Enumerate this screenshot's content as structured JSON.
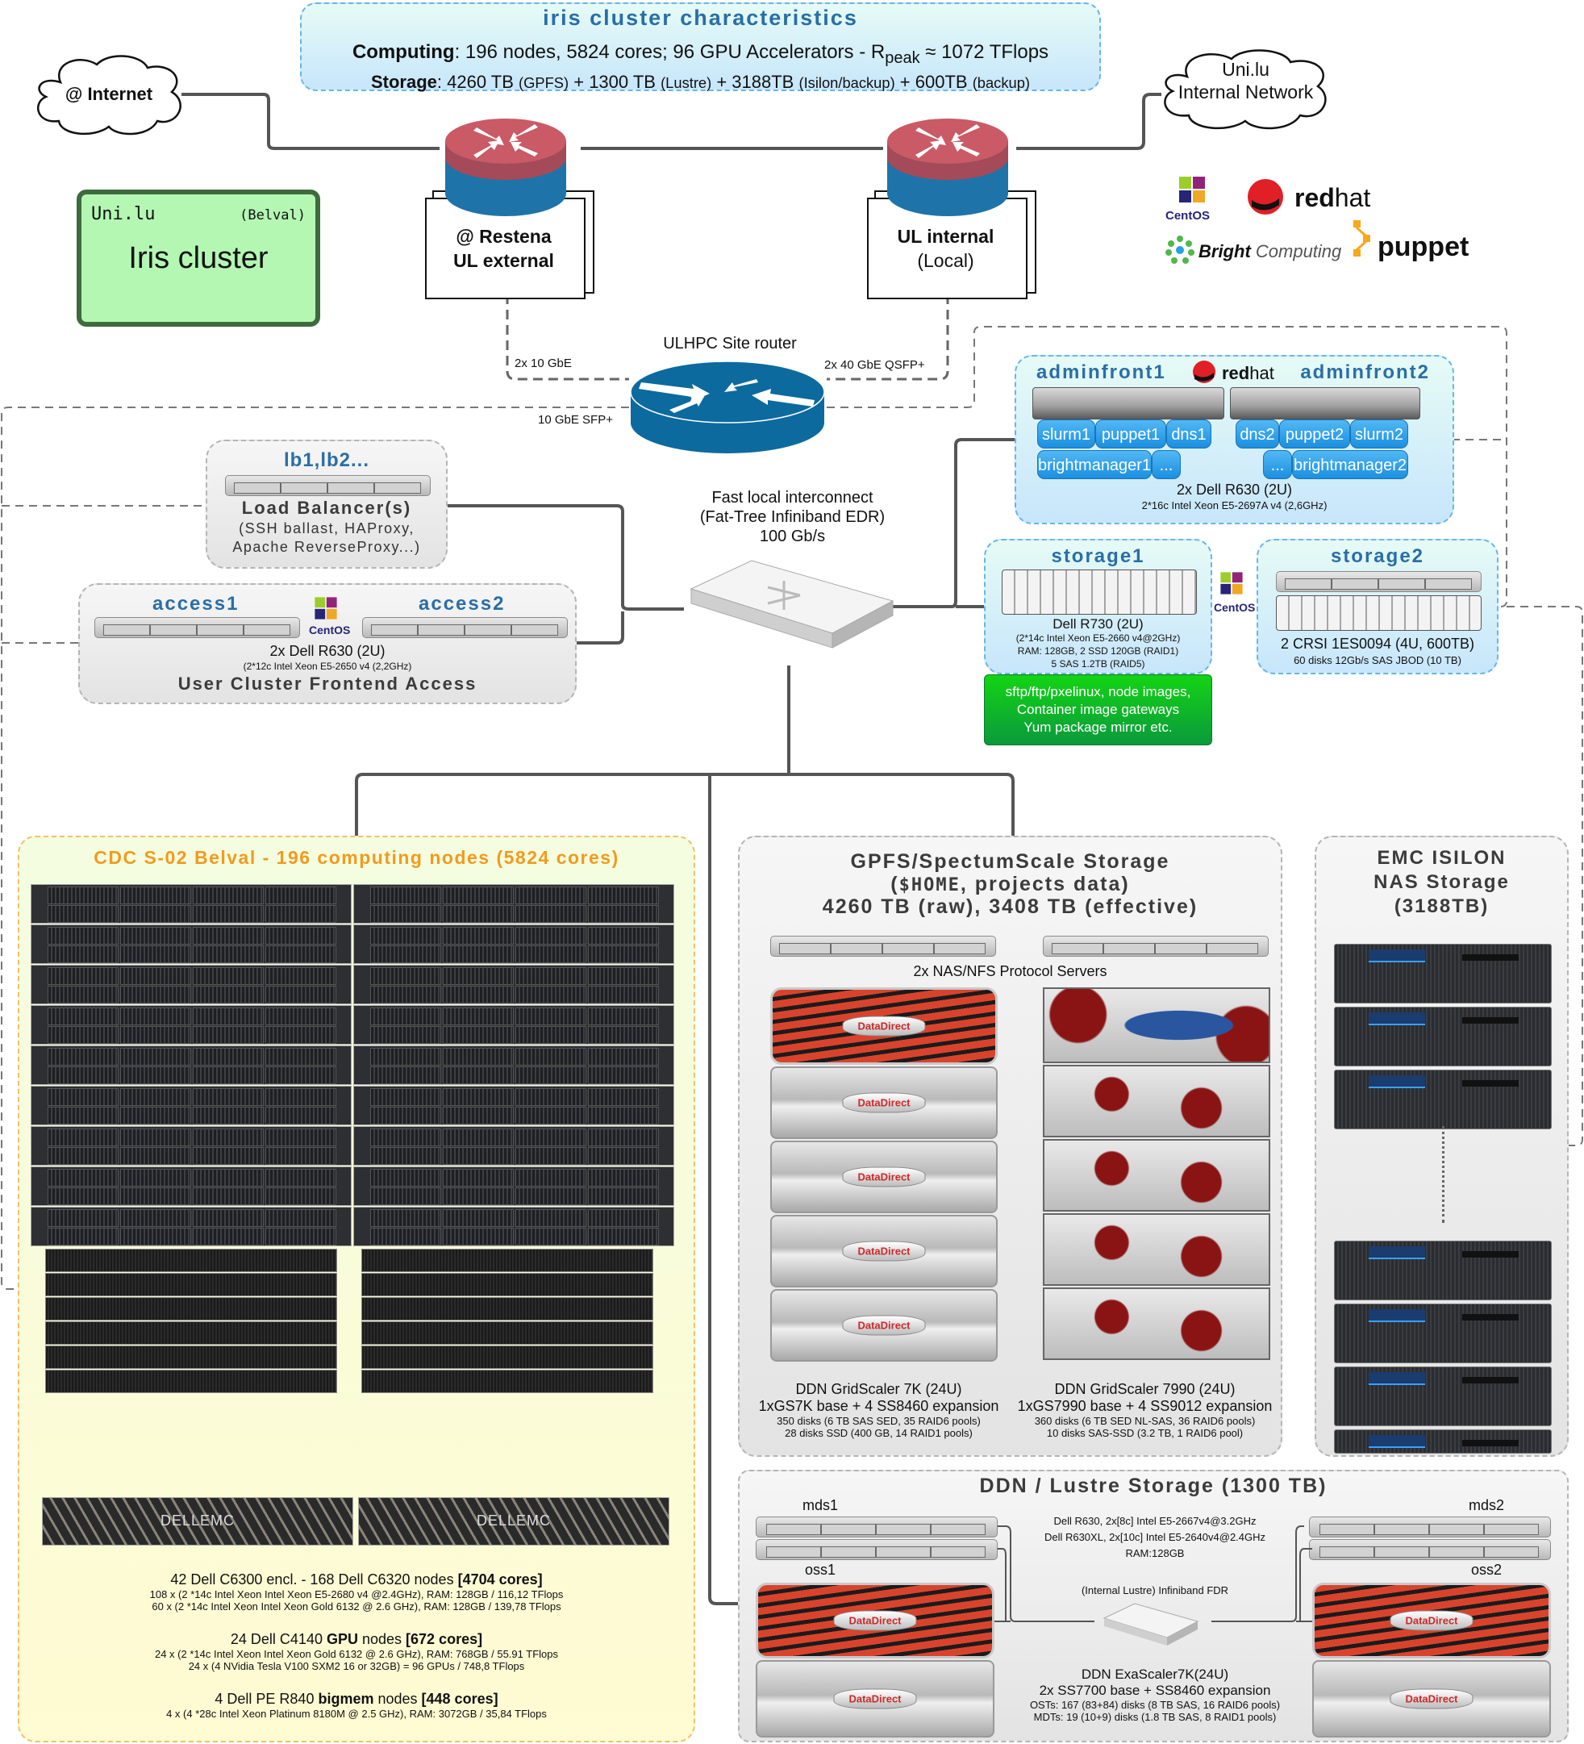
{
  "summary": {
    "title": "iris cluster characteristics",
    "computing_label": "Computing",
    "computing_text": ": 196 nodes, 5824 cores; 96 GPU Accelerators - R",
    "computing_sub": "peak",
    "computing_tail": " ≈ 1072 TFlops",
    "storage_label": "Storage",
    "storage_parts": [
      {
        "main": ": 4260 TB ",
        "note": "(GPFS)"
      },
      {
        "main": " + 1300 TB ",
        "note": "(Lustre)"
      },
      {
        "main": " + 3188TB ",
        "note": "(Isilon/backup)"
      },
      {
        "main": " + 600TB ",
        "note": "(backup)"
      }
    ]
  },
  "clouds": {
    "internet": "@ Internet",
    "internal_line1": "Uni.lu",
    "internal_line2": "Internal Network"
  },
  "site_box": {
    "org": "Uni.lu",
    "location": "(Belval)",
    "name": "Iris cluster"
  },
  "routers": {
    "external_line1": "@ Restena",
    "external_line2": "UL external",
    "internal_line1": "UL internal",
    "internal_line2": "(Local)",
    "site_router": "ULHPC Site router",
    "link_left": "2x 10 GbE",
    "link_right": "2x 40 GbE QSFP+",
    "link_sfp": "10 GbE SFP+"
  },
  "logos": {
    "centos": "CentOS",
    "redhat_bold": "red",
    "redhat_light": "hat",
    "bright_bold": "Bright",
    "bright_light": "Computing",
    "puppet": "puppet"
  },
  "interconnect": {
    "line1": "Fast local interconnect",
    "line2": "(Fat-Tree Infiniband EDR)",
    "line3": "100 Gb/s"
  },
  "adminfront": {
    "node1": "adminfront1",
    "node2": "adminfront2",
    "services1": [
      "slurm1",
      "puppet1",
      "dns1",
      "brightmanager1",
      "..."
    ],
    "services2": [
      "dns2",
      "puppet2",
      "slurm2",
      "...",
      "brightmanager2"
    ],
    "model": "2x Dell R630 (2U)",
    "cpu": "2*16c Intel Xeon  E5-2697A v4 (2,6GHz)"
  },
  "loadbalancer": {
    "nodes": "lb1,lb2...",
    "title": "Load Balancer(s)",
    "desc1": "(SSH ballast, HAProxy,",
    "desc2": "Apache ReverseProxy...)"
  },
  "access": {
    "node1": "access1",
    "node2": "access2",
    "model": "2x Dell R630 (2U)",
    "cpu": "(2*12c Intel Xeon  E5-2650 v4 (2,2GHz)",
    "title": "User Cluster Frontend Access"
  },
  "storage1": {
    "name": "storage1",
    "model": "Dell R730 (2U)",
    "cpu": "(2*14c Intel Xeon E5-2660 v4@2GHz)",
    "ram": "RAM: 128GB, 2 SSD 120GB (RAID1)",
    "disks": "5 SAS 1.2TB (RAID5)",
    "services1": "sftp/ftp/pxelinux, node images,",
    "services2": "Container image gateways",
    "services3": "Yum package mirror etc."
  },
  "storage2": {
    "name": "storage2",
    "model": "2 CRSI 1ES0094 (4U, 600TB)",
    "disks": "60 disks 12Gb/s SAS JBOD (10 TB)"
  },
  "compute": {
    "title": "CDC S-02 Belval - 196 computing nodes (5824 cores)",
    "groups": [
      {
        "heading_pre": "42 Dell C6300 encl. - 168 Dell C6320 nodes ",
        "heading_bold": "",
        "heading_mid": "",
        "heading_cores": "[4704 cores]",
        "lines": [
          "108 x (2 *14c Intel Xeon Intel Xeon E5-2680 v4 @2.4GHz), RAM: 128GB / 116,12 TFlops",
          "60 x (2 *14c Intel Xeon Intel Xeon Gold 6132 @ 2.6 GHz), RAM: 128GB / 139,78 TFlops"
        ]
      },
      {
        "heading_pre": "24 Dell C4140 ",
        "heading_bold": "GPU",
        "heading_mid": " nodes ",
        "heading_cores": "[672 cores]",
        "lines": [
          "24 x (2 *14c Intel Xeon Intel Xeon Gold 6132 @ 2.6 GHz), RAM: 768GB / 55.91 TFlops",
          "24 x (4 NVidia Tesla V100 SXM2 16 or 32GB) = 96 GPUs / 748,8 TFlops"
        ]
      },
      {
        "heading_pre": "4 Dell PE R840 ",
        "heading_bold": "bigmem",
        "heading_mid": " nodes ",
        "heading_cores": "[448 cores]",
        "lines": [
          "4 x (4 *28c Intel Xeon Platinum 8180M @ 2.5 GHz), RAM: 3072GB / 35,84 TFlops"
        ]
      }
    ],
    "bigmem_logo": "DELLEMC"
  },
  "gpfs": {
    "title1": "GPFS/SpectumScale Storage",
    "title2_pre": "(",
    "title2_mono": "$HOME",
    "title2_post": ", projects data)",
    "title3": "4260 TB (raw), 3408 TB (effective)",
    "protocol": "2x NAS/NFS Protocol Servers",
    "left": {
      "model": "DDN GridScaler 7K (24U)",
      "config": "1xGS7K base + 4 SS8460 expansion",
      "disks1": "350 disks (6 TB SAS SED, 35 RAID6 pools)",
      "disks2": "28 disks SSD (400 GB, 14 RAID1 pools)"
    },
    "right": {
      "model": "DDN GridScaler 7990 (24U)",
      "config": "1xGS7990 base + 4 SS9012 expansion",
      "disks1": "360 disks (6 TB SED NL-SAS, 36 RAID6 pools)",
      "disks2": "10 disks SAS-SSD (3.2 TB, 1 RAID6 pool)"
    },
    "brand": "DataDirect"
  },
  "isilon": {
    "line1": "EMC ISILON",
    "line2": "NAS Storage",
    "line3": "(3188TB)"
  },
  "lustre": {
    "title": "DDN / Lustre Storage (1300 TB)",
    "mds1": "mds1",
    "oss1": "oss1",
    "mds2": "mds2",
    "oss2": "oss2",
    "spec1": "Dell R630, 2x[8c] Intel E5-2667v4@3.2GHz",
    "spec2": "Dell R630XL, 2x[10c] Intel E5-2640v4@2.4GHz",
    "spec3": "RAM:128GB",
    "fabric": "(Internal Lustre) Infiniband FDR",
    "model": "DDN ExaScaler7K(24U)",
    "config": "2x SS7700 base + SS8460 expansion",
    "osts": "OSTs: 167 (83+84) disks (8 TB SAS, 16 RAID6 pools)",
    "mdts": "MDTs: 19 (10+9) disks (1.8 TB SAS, 8 RAID1 pools)"
  }
}
